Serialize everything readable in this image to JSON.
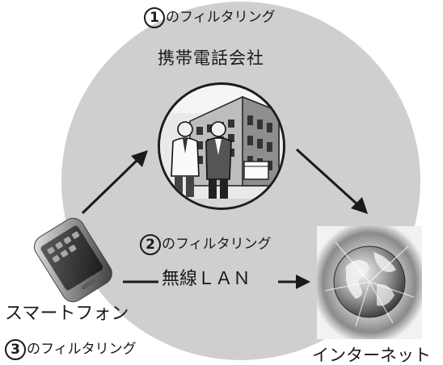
{
  "filters": {
    "one": {
      "number": "1",
      "label": "のフィルタリング"
    },
    "two": {
      "number": "2",
      "label": "のフィルタリング"
    },
    "three": {
      "number": "3",
      "label": "のフィルタリング"
    }
  },
  "nodes": {
    "carrier": "携帯電話会社",
    "smartphone": "スマートフォン",
    "internet": "インターネット"
  },
  "wireless_lan": "無線ＬＡＮ",
  "colors": {
    "circle": "#cfcfcf",
    "arrow": "#1a1a1a",
    "text": "#1a1a1a"
  },
  "icons": {
    "carrier": "office-building-people-icon",
    "smartphone": "smartphone-icon",
    "internet": "globe-icon"
  }
}
